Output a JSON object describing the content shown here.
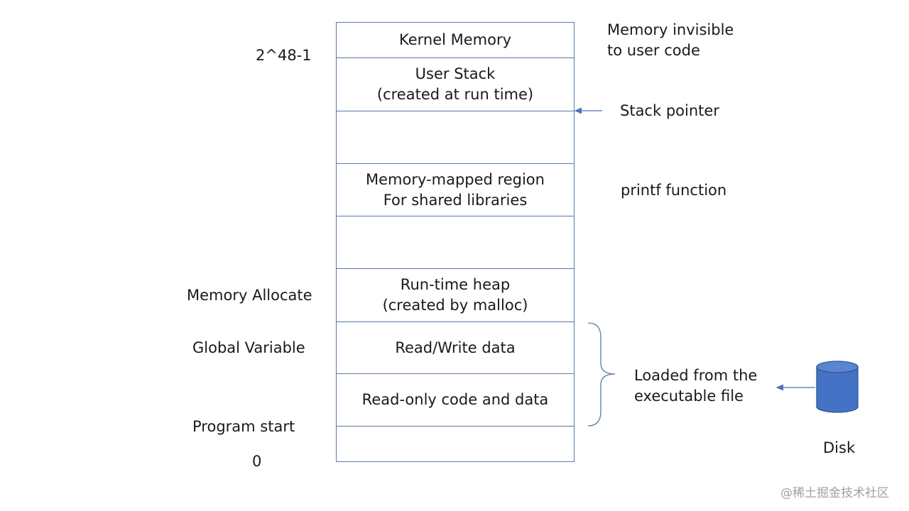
{
  "memory_layout": {
    "segments": [
      {
        "id": "kernel",
        "lines": [
          "Kernel Memory"
        ]
      },
      {
        "id": "user-stack",
        "lines": [
          "User Stack",
          "(created at run time)"
        ]
      },
      {
        "id": "gap-1",
        "lines": []
      },
      {
        "id": "mmap",
        "lines": [
          "Memory-mapped region",
          "For shared libraries"
        ]
      },
      {
        "id": "gap-2",
        "lines": []
      },
      {
        "id": "heap",
        "lines": [
          "Run-time heap",
          "(created by malloc)"
        ]
      },
      {
        "id": "rw-data",
        "lines": [
          "Read/Write data"
        ]
      },
      {
        "id": "ro-code",
        "lines": [
          "Read-only code and data"
        ]
      },
      {
        "id": "bottom",
        "lines": []
      }
    ]
  },
  "left_labels": {
    "top_address": "2^48-1",
    "memory_allocate": "Memory Allocate",
    "global_variable": "Global Variable",
    "program_start": "Program start",
    "bottom_address": "0"
  },
  "right_labels": {
    "kernel_note_line1": "Memory invisible",
    "kernel_note_line2": "to user code",
    "stack_pointer": "Stack pointer",
    "printf": "printf function",
    "loaded_line1": "Loaded from the",
    "loaded_line2": "executable file",
    "disk": "Disk"
  },
  "colors": {
    "line": "#5a7aa6",
    "arrow": "#4a72b8",
    "disk_fill": "#4472c4",
    "disk_stroke": "#2f5597"
  },
  "watermark": "@稀土掘金技术社区"
}
